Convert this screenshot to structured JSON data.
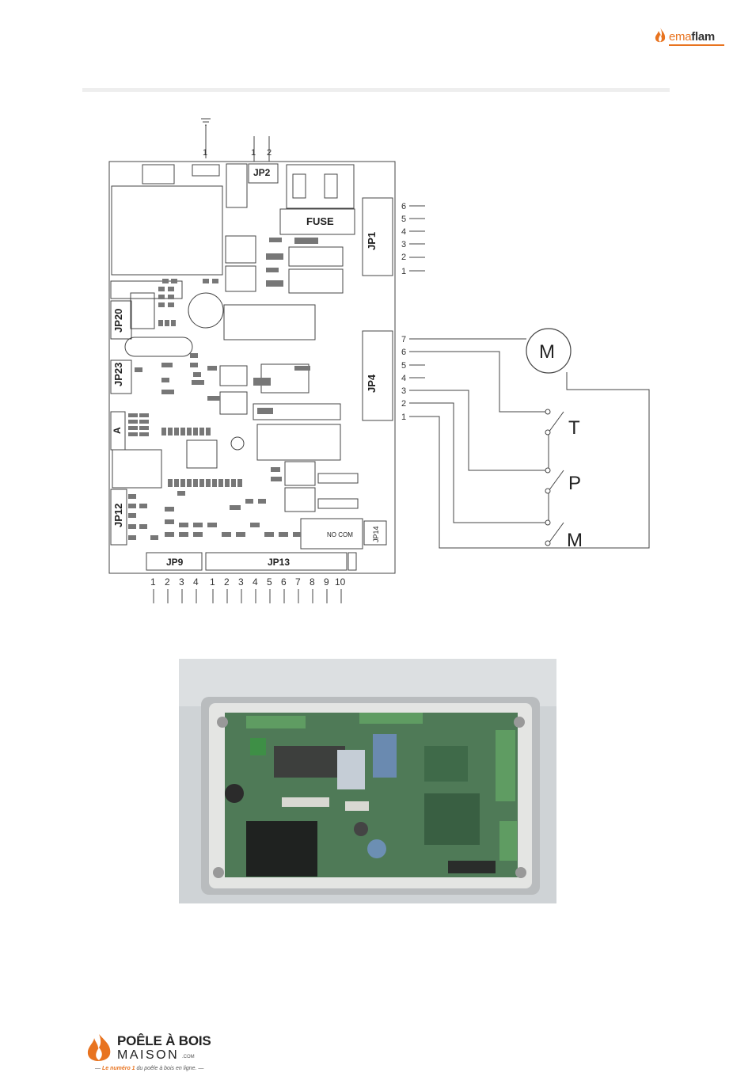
{
  "header": {
    "logo_text_part1": "ema",
    "logo_text_part2": "flam",
    "brand_color": "#e8731f"
  },
  "schematic": {
    "top_pins": [
      "1",
      "1",
      "2"
    ],
    "board_labels": {
      "jp2": "JP2",
      "fuse": "FUSE",
      "jp1": "JP1",
      "jp4": "JP4",
      "jp20": "JP20",
      "jp23": "JP23",
      "a": "A",
      "jp12": "JP12",
      "jp14": "JP14",
      "jp9": "JP9",
      "jp13": "JP13",
      "nocom": "NO COM"
    },
    "jp1_pins": [
      "6",
      "5",
      "4",
      "3",
      "2",
      "1"
    ],
    "jp4_pins": [
      "7",
      "6",
      "5",
      "4",
      "3",
      "2",
      "1"
    ],
    "motor_label": "M",
    "switch_labels": [
      "T",
      "P",
      "M"
    ],
    "jp9_pins": [
      "1",
      "2",
      "3",
      "4"
    ],
    "jp13_pins": [
      "1",
      "2",
      "3",
      "4",
      "5",
      "6",
      "7",
      "8",
      "9",
      "10"
    ]
  },
  "photo": {
    "icon": "circuit-board-photo"
  },
  "footer": {
    "logo_line1": "POÊLE À BOIS",
    "logo_line2": "MAISON",
    "logo_line2_suffix": ".COM",
    "tagline_prefix": "— ",
    "tagline_highlight": "Le numéro 1",
    "tagline_rest": " du poêle à bois en ligne. —"
  }
}
